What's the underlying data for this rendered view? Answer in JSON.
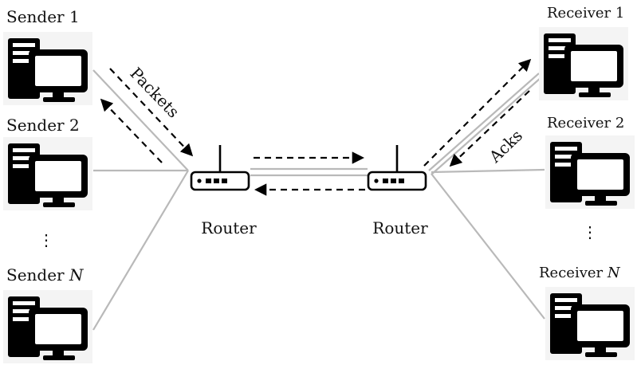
{
  "senders": [
    {
      "label": "Sender 1",
      "suffix": ""
    },
    {
      "label": "Sender 2",
      "suffix": ""
    },
    {
      "label": "Sender ",
      "suffix": "N"
    }
  ],
  "receivers": [
    {
      "label": "Receiver 1",
      "suffix": ""
    },
    {
      "label": "Receiver 2",
      "suffix": ""
    },
    {
      "label": "Receiver ",
      "suffix": "N"
    }
  ],
  "routers": [
    {
      "label": "Router"
    },
    {
      "label": "Router"
    }
  ],
  "flows": {
    "packets_label": "Packets",
    "acks_label": "Acks"
  },
  "ellipsis": "⋮",
  "icons": {
    "computer": "computer-icon",
    "router": "router-icon"
  }
}
